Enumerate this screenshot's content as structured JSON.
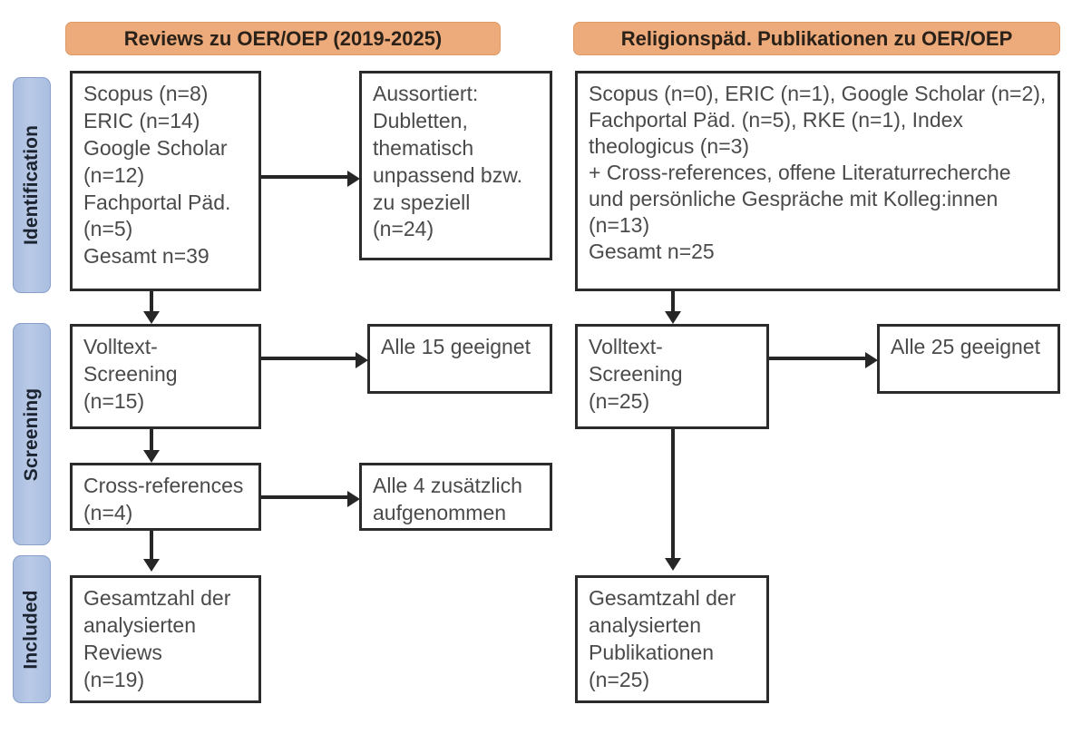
{
  "phases": [
    {
      "id": "identification",
      "label": "Identification"
    },
    {
      "id": "screening",
      "label": "Screening"
    },
    {
      "id": "included",
      "label": "Included"
    }
  ],
  "columns": [
    {
      "id": "reviews",
      "header": "Reviews zu OER/OEP (2019-2025)"
    },
    {
      "id": "religionspaed",
      "header": "Religionspäd. Publikationen zu OER/OEP"
    }
  ],
  "boxes": {
    "left_identification_sources": "Scopus (n=8)\nERIC (n=14)\nGoogle Scholar\n(n=12)\nFachportal Päd.\n(n=5)\nGesamt n=39",
    "left_excluded": "Aussortiert:\nDubletten,\nthematisch\nunpassend bzw.\nzu speziell\n(n=24)",
    "left_fulltext_screening": "Volltext-\nScreening\n(n=15)",
    "left_all_eligible": "Alle 15 geeignet",
    "left_cross_references": "Cross-references\n(n=4)",
    "left_cross_included": "Alle 4 zusätzlich\naufgenommen",
    "left_total_included": "Gesamtzahl der\nanalysierten\nReviews\n(n=19)",
    "right_identification_sources": "Scopus (n=0), ERIC (n=1), Google Scholar (n=2),\nFachportal Päd. (n=5), RKE (n=1), Index\ntheologicus (n=3)\n+ Cross-references, offene Literaturrecherche\nund persönliche Gespräche mit Kolleg:innen\n(n=13)\nGesamt n=25",
    "right_fulltext_screening": "Volltext-\nScreening\n(n=25)",
    "right_all_eligible": "Alle 25 geeignet",
    "right_total_included": "Gesamtzahl der\nanalysierten\nPublikationen\n(n=25)"
  },
  "counts": {
    "left_scopus": 8,
    "left_eric": 14,
    "left_google_scholar": 12,
    "left_fachportal": 5,
    "left_total_identified": 39,
    "left_excluded": 24,
    "left_fulltext_screened": 15,
    "left_eligible": 15,
    "left_cross_references": 4,
    "left_cross_added": 4,
    "left_included": 19,
    "right_scopus": 0,
    "right_eric": 1,
    "right_google_scholar": 2,
    "right_fachportal": 5,
    "right_rke": 1,
    "right_index_theologicus": 3,
    "right_additional": 13,
    "right_total_identified": 25,
    "right_fulltext_screened": 25,
    "right_eligible": 25,
    "right_included": 25
  },
  "colors": {
    "header_banner": "#edaa7b",
    "phase_pill": "#b0c2e2",
    "box_border": "#2b2b2b",
    "connector": "#262626",
    "text": "#4a4a4a",
    "background": "#ffffff"
  }
}
